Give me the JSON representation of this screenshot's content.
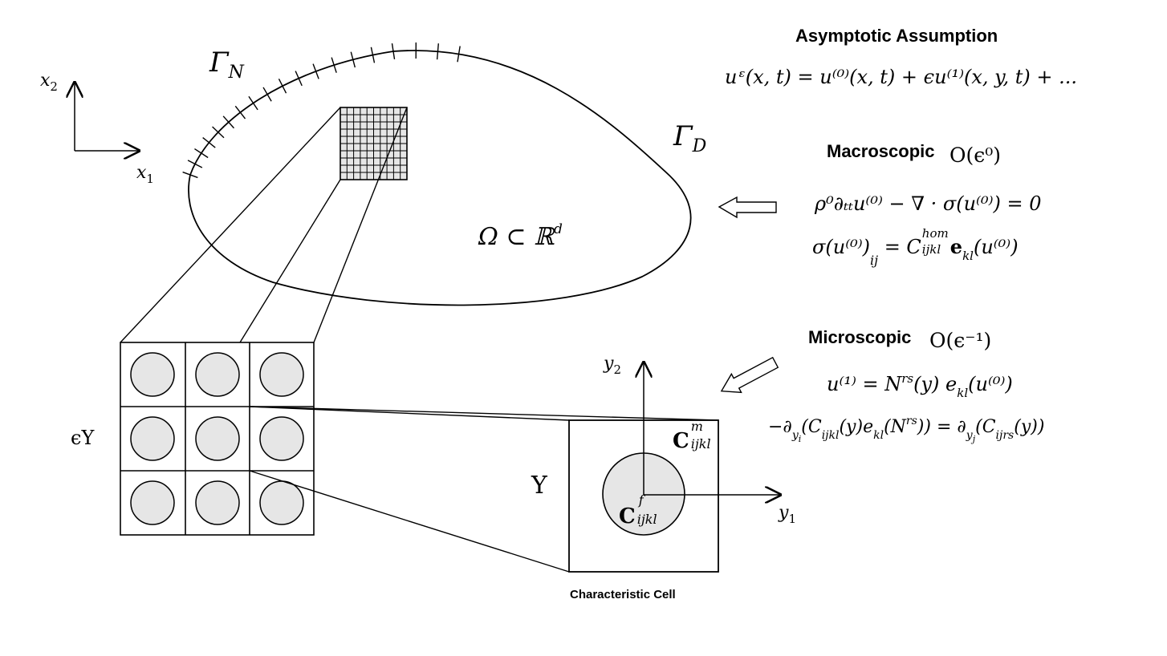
{
  "diagram": {
    "labels": {
      "gamma_n": "Γ",
      "gamma_n_sub": "N",
      "gamma_d": "Γ",
      "gamma_d_sub": "D",
      "omega": "Ω  ⊂ ℝ",
      "omega_sup": "d",
      "x1": "x",
      "x1_sub": "1",
      "x2": "x",
      "x2_sub": "2",
      "y1": "y",
      "y1_sub": "1",
      "y2": "y",
      "y2_sub": "2",
      "eps_y": "ϵY",
      "cell_y": "Y",
      "c_matrix": "C",
      "c_matrix_sup": "m",
      "c_matrix_sub": "ijkl",
      "c_fiber": "C",
      "c_fiber_sup": "f",
      "c_fiber_sub": "ijkl",
      "characteristic_cell": "Characteristic Cell"
    },
    "sections": {
      "asymptotic_title": "Asymptotic Assumption",
      "asymptotic_eq": "uᵋ(x, t)  =  u⁽⁰⁾(x, t)  +  ϵu⁽¹⁾(x, y, t)  +  ...",
      "macro_title": "Macroscopic",
      "macro_order": "O(ϵ⁰)",
      "macro_eq1": "ρ⁰∂ₜₜu⁽⁰⁾ − ∇ · σ(u⁽⁰⁾)  = 0",
      "macro_eq2_lhs": "σ(u⁽⁰⁾)",
      "macro_eq2_lhs_sub": "ij",
      "macro_eq2_mid": " = C",
      "macro_eq2_sup": "hom",
      "macro_eq2_sub": "ijkl",
      "macro_eq2_rhs": "e",
      "macro_eq2_rhs_sub": "kl",
      "macro_eq2_tail": "(u⁽⁰⁾)",
      "micro_title": "Microscopic",
      "micro_order": "O(ϵ⁻¹)",
      "micro_eq1": "u⁽¹⁾ =  N",
      "micro_eq1_sup": "rs",
      "micro_eq1_mid": "(y) e",
      "micro_eq1_sub": "kl",
      "micro_eq1_tail": "(u⁽⁰⁾)",
      "micro_eq2": "−∂",
      "micro_eq2_sub_y": "y",
      "micro_eq2_sub_i": "i",
      "micro_eq2_a": "(C",
      "micro_eq2_a_sub": "ijkl",
      "micro_eq2_b": "(y)e",
      "micro_eq2_b_sub": "kl",
      "micro_eq2_c": "(N",
      "micro_eq2_c_sup": "rs",
      "micro_eq2_d": "))  = ∂",
      "micro_eq2_sub_j": "j",
      "micro_eq2_e": "(C",
      "micro_eq2_e_sub": "ijrs",
      "micro_eq2_f": "(y))"
    }
  }
}
